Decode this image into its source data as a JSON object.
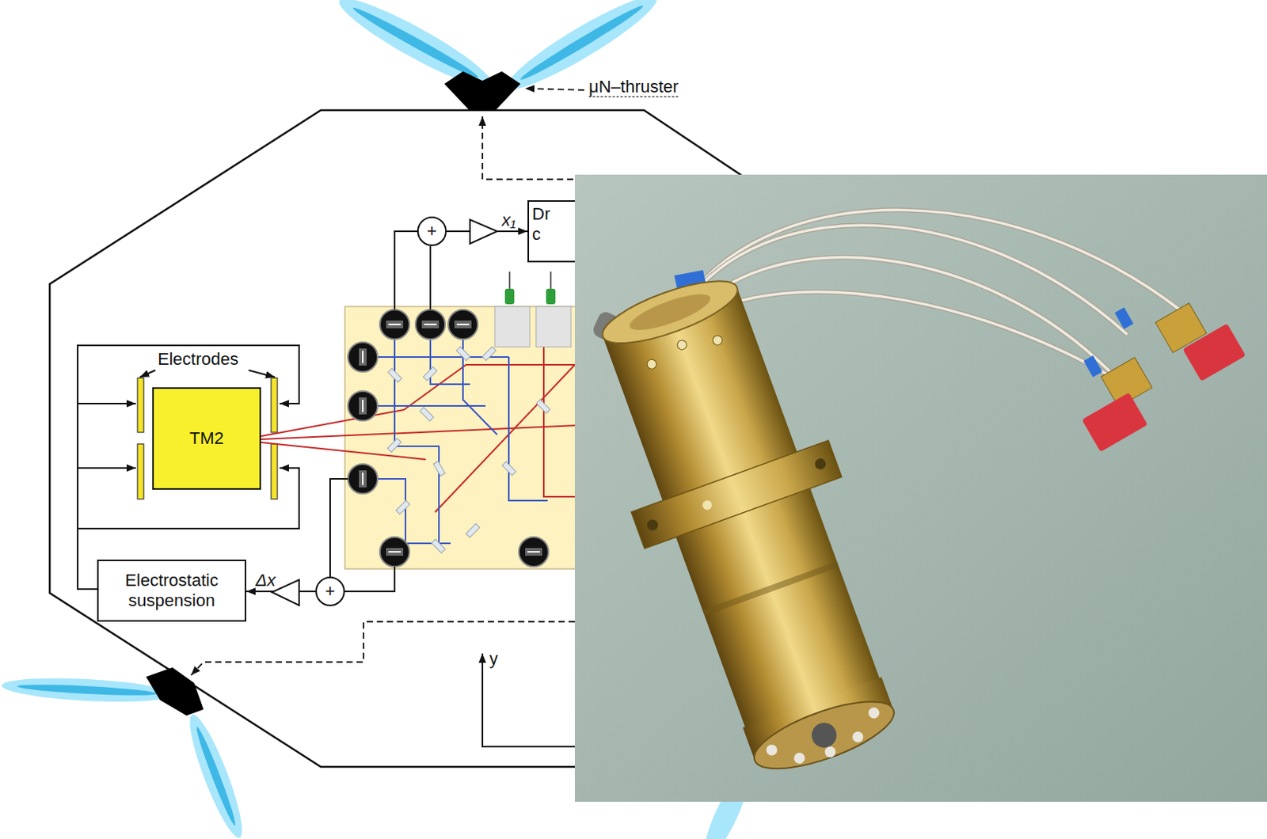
{
  "diagram": {
    "nodes": [
      {
        "text": [
          "+"
        ]
      },
      {
        "text": [
          "Dr c"
        ]
      },
      {
        "text": [
          "TM2"
        ]
      },
      {
        "text": [
          "Electrostatic suspension"
        ]
      },
      {
        "text": [
          "+"
        ]
      }
    ],
    "edges": [
      {
        "from": 0,
        "to": 1,
        "arrow": "to",
        "label": "x₁"
      },
      {
        "from": 4,
        "to": 3,
        "arrow": "to",
        "label": "Δx"
      }
    ],
    "labels": [
      "μN–thruster",
      "Electrodes",
      "y"
    ]
  }
}
